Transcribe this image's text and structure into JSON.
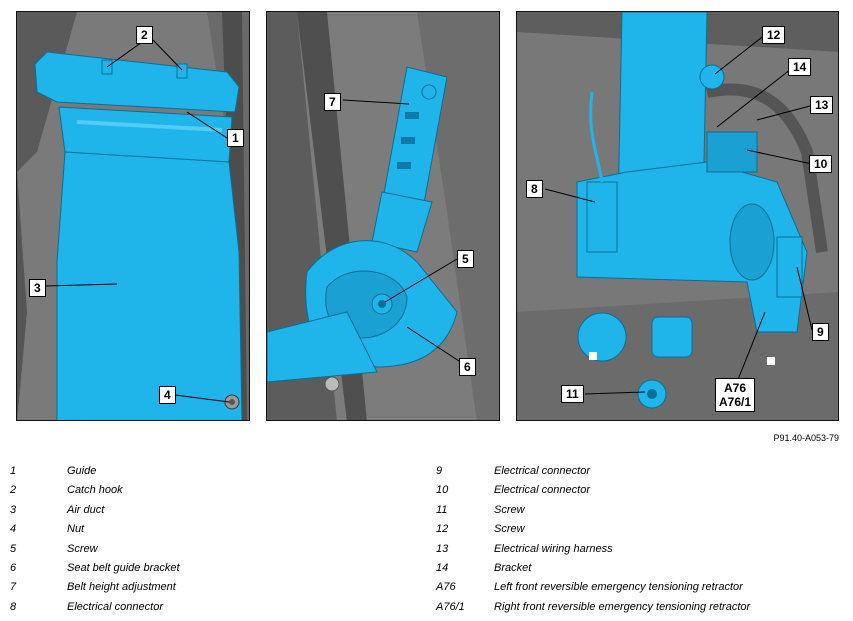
{
  "figure_code": "P91.40-A053-79",
  "callouts": {
    "p1": [
      "2",
      "1",
      "3",
      "4"
    ],
    "p2": [
      "7",
      "5",
      "6"
    ],
    "p3": [
      "12",
      "14",
      "13",
      "10",
      "8",
      "9",
      "11",
      "A76",
      "A76/1"
    ]
  },
  "legend_left": [
    {
      "num": "1",
      "text": "Guide"
    },
    {
      "num": "2",
      "text": "Catch hook"
    },
    {
      "num": "3",
      "text": "Air duct"
    },
    {
      "num": "4",
      "text": "Nut"
    },
    {
      "num": "5",
      "text": "Screw"
    },
    {
      "num": "6",
      "text": "Seat belt guide bracket"
    },
    {
      "num": "7",
      "text": "Belt height adjustment"
    },
    {
      "num": "8",
      "text": "Electrical connector"
    }
  ],
  "legend_right": [
    {
      "num": "9",
      "text": "Electrical connector"
    },
    {
      "num": "10",
      "text": "Electrical connector"
    },
    {
      "num": "11",
      "text": "Screw"
    },
    {
      "num": "12",
      "text": "Screw"
    },
    {
      "num": "13",
      "text": "Electrical wiring harness"
    },
    {
      "num": "14",
      "text": "Bracket"
    },
    {
      "num": "A76",
      "text": "Left front reversible emergency tensioning retractor"
    },
    {
      "num": "A76/1",
      "text": "Right front reversible emergency tensioning retractor"
    }
  ],
  "colors": {
    "part_highlight": "#1fb4ea",
    "background_grey": "#7d7d7d",
    "dark_grey": "#4a4a4a"
  }
}
